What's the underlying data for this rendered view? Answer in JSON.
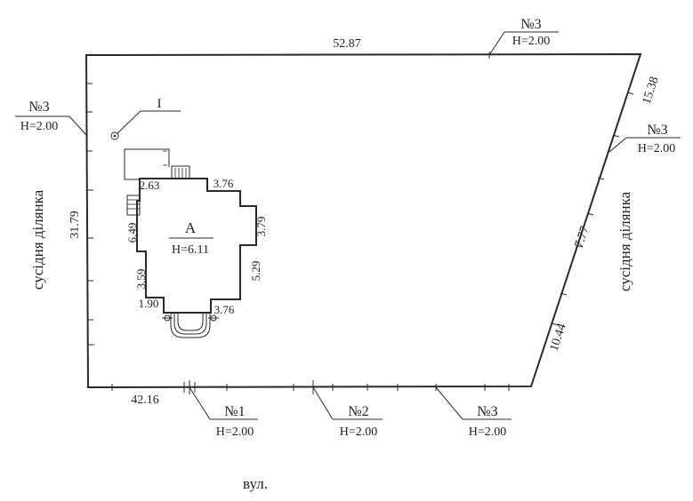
{
  "plot": {
    "dims": {
      "top": "52.87",
      "top_right": "15.38",
      "right": "7.77",
      "bottom_right": "10.44",
      "bottom": "42.16",
      "left": "31.79"
    },
    "neighbor_left": "сусідня  ділянка",
    "neighbor_right": "сусідня  ділянка",
    "street": "вул."
  },
  "building": {
    "label": "А",
    "height": "Н=6.11",
    "dims": {
      "d1": "2.63",
      "d2": "3.76",
      "d3": "3.79",
      "d4": "6.49",
      "d5": "5.29",
      "d6": "3.59",
      "d7": "1.90",
      "d8": "3.76"
    }
  },
  "marker": {
    "label": "I"
  },
  "fences": {
    "top_right_tag": {
      "num": "№3",
      "h": "Н=2.00"
    },
    "left_tag": {
      "num": "№3",
      "h": "Н=2.00"
    },
    "right_tag": {
      "num": "№3",
      "h": "Н=2.00"
    },
    "bottom_1": {
      "num": "№1",
      "h": "Н=2.00"
    },
    "bottom_2": {
      "num": "№2",
      "h": "Н=2.00"
    },
    "bottom_3": {
      "num": "№3",
      "h": "Н=2.00"
    }
  }
}
